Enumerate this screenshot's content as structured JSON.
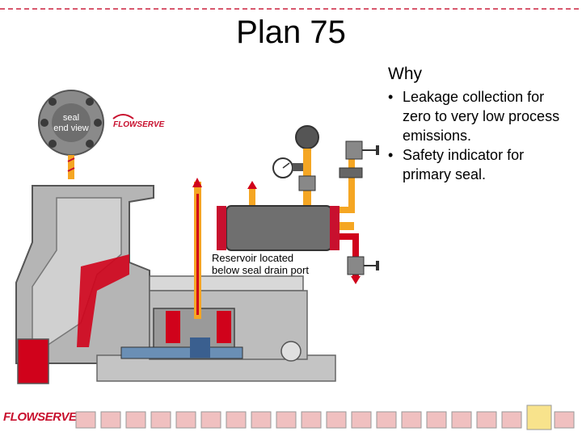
{
  "slide": {
    "title": "Plan 75",
    "why_heading": "Why",
    "bullets": [
      "Leakage collection for zero to very low process emissions.",
      "Safety indicator for primary seal."
    ]
  },
  "diagram": {
    "seal_view_label_line1": "seal",
    "seal_view_label_line2": "end view",
    "reservoir_label_line1": "Reservoir located",
    "reservoir_label_line2": "below seal drain port",
    "brand_small": "FLOWSERVE"
  },
  "footer": {
    "logo_text": "FLOWSERVE",
    "icon_strip_count": 20
  },
  "colors": {
    "brand_red": "#c8102e",
    "pipe_orange": "#f5a623",
    "metal_gray": "#a9a9a9"
  }
}
